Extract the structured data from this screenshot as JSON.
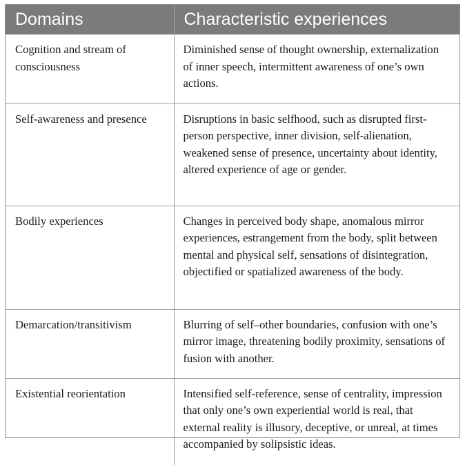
{
  "table": {
    "headers": [
      "Domains",
      "Characteristic experiences"
    ],
    "rows": [
      {
        "domain": "Cognition and stream of consciousness",
        "experiences": "Diminished sense of thought ownership, externalization of inner speech, intermittent awareness of one’s own actions."
      },
      {
        "domain": "Self-awareness and presence",
        "experiences": "Disruptions in basic selfhood, such as disrupted first-person perspective, inner division, self-alienation, weakened sense of presence, uncertainty about identity, altered experience of age or gender."
      },
      {
        "domain": "Bodily experiences",
        "experiences": "Changes in perceived body shape, anomalous mirror experiences, estrangement from the body, split between mental and physical self, sensations of disintegration, objectified or spatialized awareness of the body."
      },
      {
        "domain": "Demarcation/transitivism",
        "experiences": "Blurring of self–other boundaries, confusion with one’s mirror image, threatening bodily proximity, sensations of fusion with another."
      },
      {
        "domain": "Existential reorientation",
        "experiences": "Intensified self-reference, sense of centrality, impression that only one’s own experiential world is real, that external reality is illusory, deceptive, or unreal, at times accompanied by solipsistic ideas."
      }
    ]
  }
}
